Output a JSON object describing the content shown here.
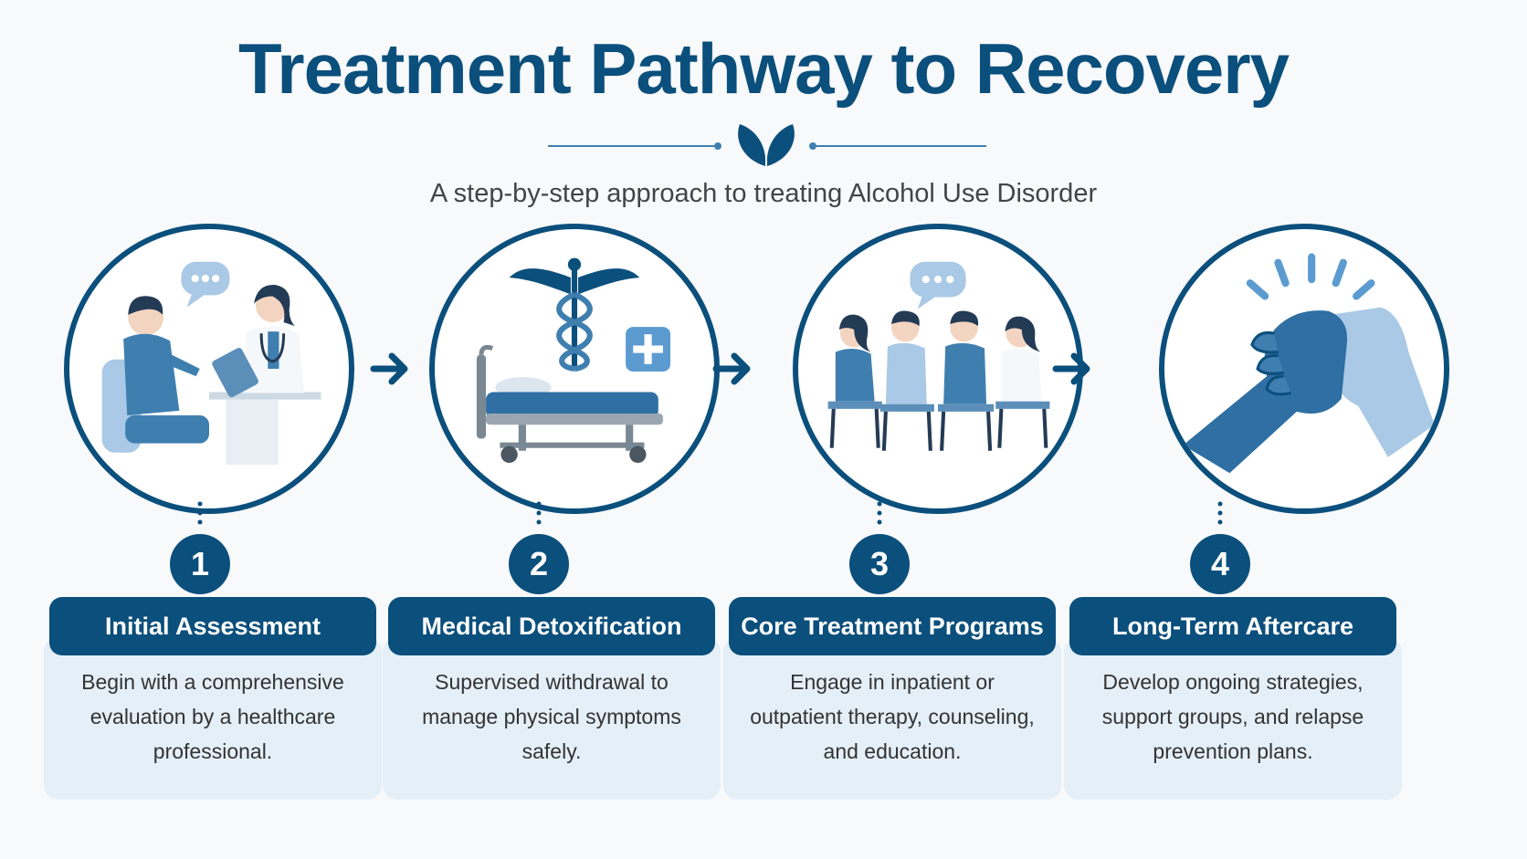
{
  "header": {
    "title": "Treatment Pathway to Recovery",
    "subtitle": "A step-by-step approach to treating Alcohol Use Disorder"
  },
  "colors": {
    "primary": "#0b4f7c",
    "accent": "#3f7fb0",
    "light": "#a9c9e6",
    "card_bg": "#e4eff8"
  },
  "steps": [
    {
      "number": "1",
      "title": "Initial Assessment",
      "description": "Begin with a comprehensive evaluation by a healthcare professional.",
      "icon": "doctor-consultation-icon"
    },
    {
      "number": "2",
      "title": "Medical Detoxification",
      "description": "Supervised withdrawal to manage physical symptoms safely.",
      "icon": "hospital-bed-caduceus-icon"
    },
    {
      "number": "3",
      "title": "Core Treatment Programs",
      "description": "Engage in inpatient or outpatient therapy, counseling, and education.",
      "icon": "group-therapy-icon"
    },
    {
      "number": "4",
      "title": "Long-Term Aftercare",
      "description": "Develop ongoing strategies, support groups, and relapse prevention plans.",
      "icon": "clasped-hands-icon"
    }
  ]
}
